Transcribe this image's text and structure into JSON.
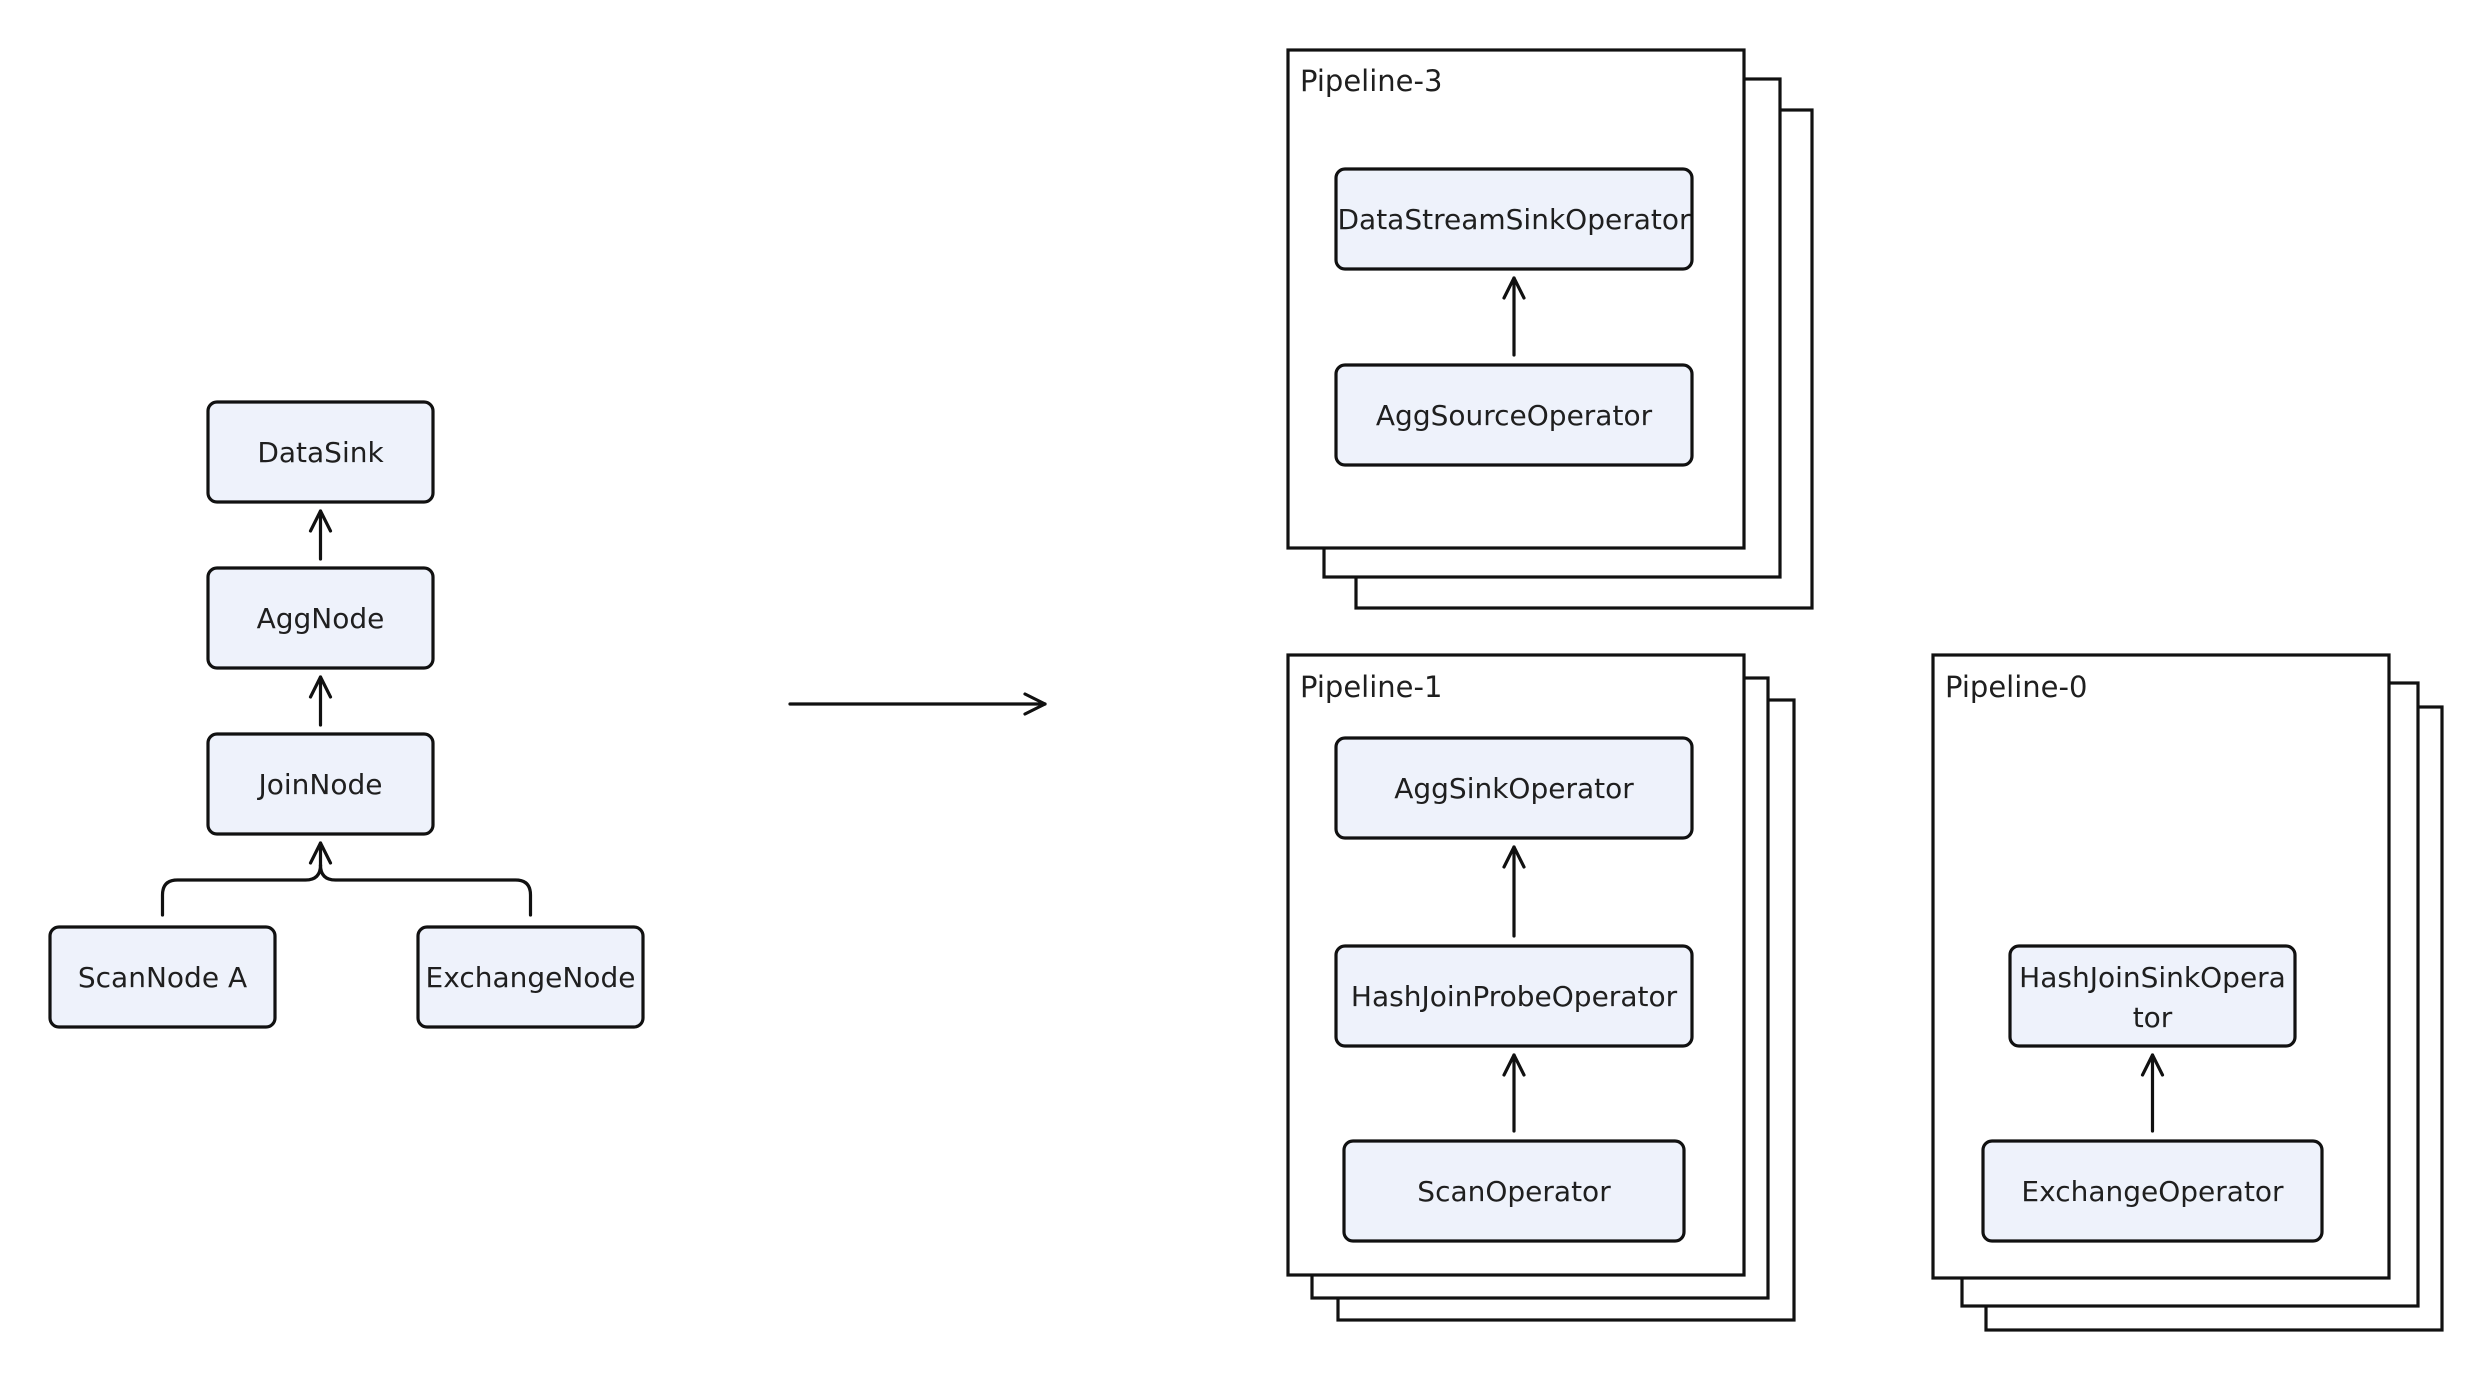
{
  "colors": {
    "node_fill": "#eef2fb",
    "stroke": "#111111",
    "text": "#1f1f1f"
  },
  "plan_tree": {
    "data_sink": "DataSink",
    "agg_node": "AggNode",
    "join_node": "JoinNode",
    "scan_node_a": "ScanNode A",
    "exchange_node": "ExchangeNode"
  },
  "pipelines": {
    "p3": {
      "title": "Pipeline-3",
      "op_top": "DataStreamSinkOperator",
      "op_bottom": "AggSourceOperator"
    },
    "p1": {
      "title": "Pipeline-1",
      "op_top": "AggSinkOperator",
      "op_mid": "HashJoinProbeOperator",
      "op_bottom": "ScanOperator"
    },
    "p0": {
      "title": "Pipeline-0",
      "op_top_line1": "HashJoinSinkOpera",
      "op_top_line2": "tor",
      "op_bottom": "ExchangeOperator"
    }
  }
}
